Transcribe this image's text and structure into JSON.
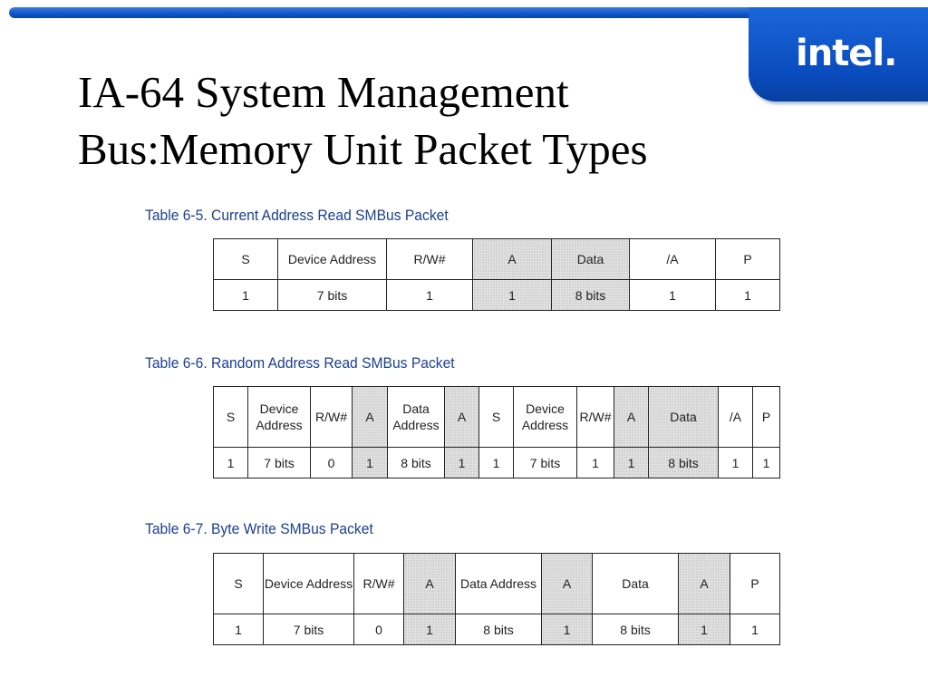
{
  "slide": {
    "title_line1": "IA-64 System Management",
    "title_line2": "Bus:Memory Unit Packet Types",
    "logo": "intel."
  },
  "colors": {
    "brand_blue": "#0e55c8",
    "caption_blue": "#1c3f8f",
    "shade": "#e2e2e2"
  },
  "tables": [
    {
      "caption": "Table 6-5. Current Address Read SMBus Packet",
      "header": [
        "S",
        "Device Address",
        "R/W#",
        "A",
        "Data",
        "/A",
        "P"
      ],
      "row": [
        "1",
        "7 bits",
        "1",
        "1",
        "8 bits",
        "1",
        "1"
      ]
    },
    {
      "caption": "Table 6-6. Random Address Read SMBus Packet",
      "header": [
        "S",
        "Device Address",
        "R/W#",
        "A",
        "Data Address",
        "A",
        "S",
        "Device Address",
        "R/W#",
        "A",
        "Data",
        "/A",
        "P"
      ],
      "row": [
        "1",
        "7 bits",
        "0",
        "1",
        "8 bits",
        "1",
        "1",
        "7 bits",
        "1",
        "1",
        "8 bits",
        "1",
        "1"
      ]
    },
    {
      "caption": "Table 6-7. Byte Write SMBus Packet",
      "header": [
        "S",
        "Device Address",
        "R/W#",
        "A",
        "Data Address",
        "A",
        "Data",
        "A",
        "P"
      ],
      "row": [
        "1",
        "7 bits",
        "0",
        "1",
        "8 bits",
        "1",
        "8 bits",
        "1",
        "1"
      ]
    }
  ]
}
